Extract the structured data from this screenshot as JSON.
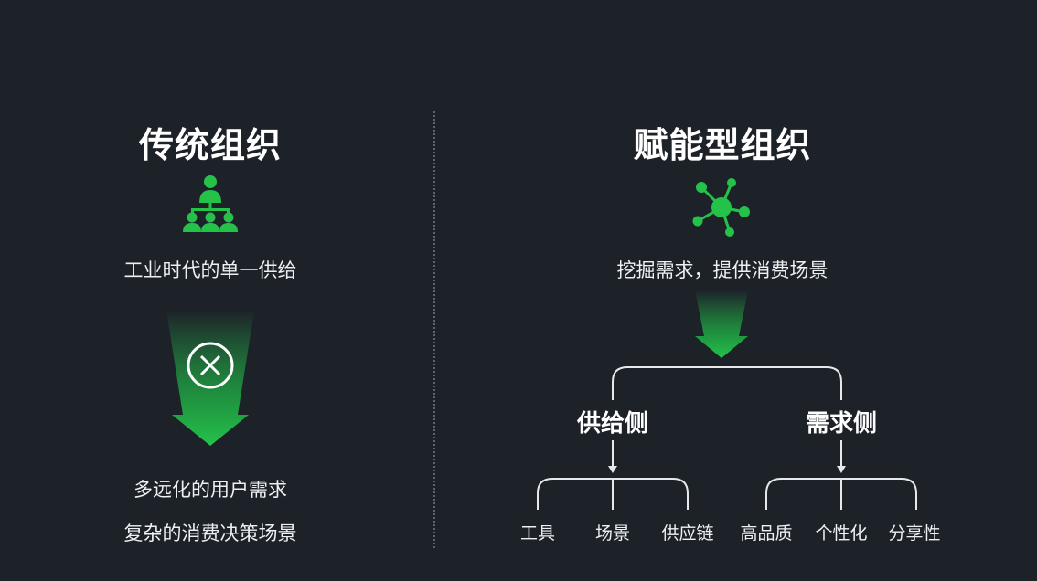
{
  "left": {
    "title": "传统组织",
    "icon": "org-hierarchy-icon",
    "subtitle": "工业时代的单一供给",
    "cross_icon": "circle-x-icon",
    "line1": "多远化的用户需求",
    "line2": "复杂的消费决策场景"
  },
  "right": {
    "title": "赋能型组织",
    "icon": "network-hub-icon",
    "subtitle": "挖掘需求，提供消费场景",
    "supply": {
      "label": "供给侧",
      "items": [
        "工具",
        "场景",
        "供应链"
      ]
    },
    "demand": {
      "label": "需求侧",
      "items": [
        "高品质",
        "个性化",
        "分享性"
      ]
    }
  },
  "colors": {
    "background": "#1d2229",
    "accent_green": "#25c24a",
    "text": "#ffffff"
  }
}
